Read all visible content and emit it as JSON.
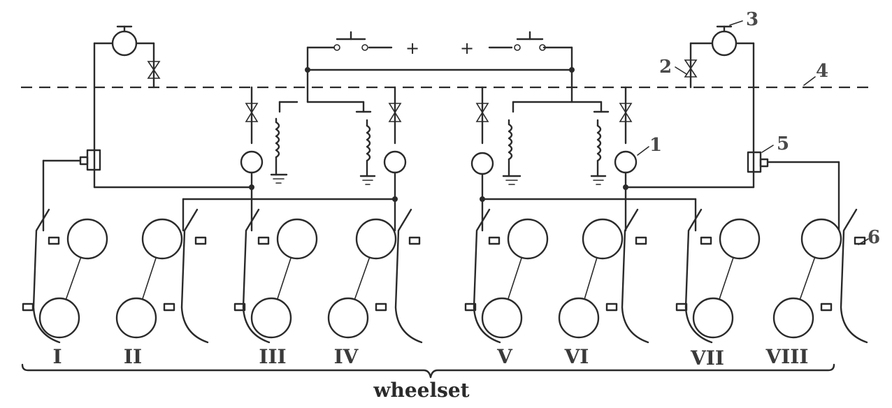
{
  "wheelsets": [
    "I",
    "II",
    "III",
    "IV",
    "V",
    "VI",
    "VII",
    "VIII"
  ],
  "callouts": [
    "1",
    "2",
    "3",
    "4",
    "5",
    "6"
  ],
  "polarity_left": "+",
  "polarity_right": "+",
  "caption": "wheelset"
}
